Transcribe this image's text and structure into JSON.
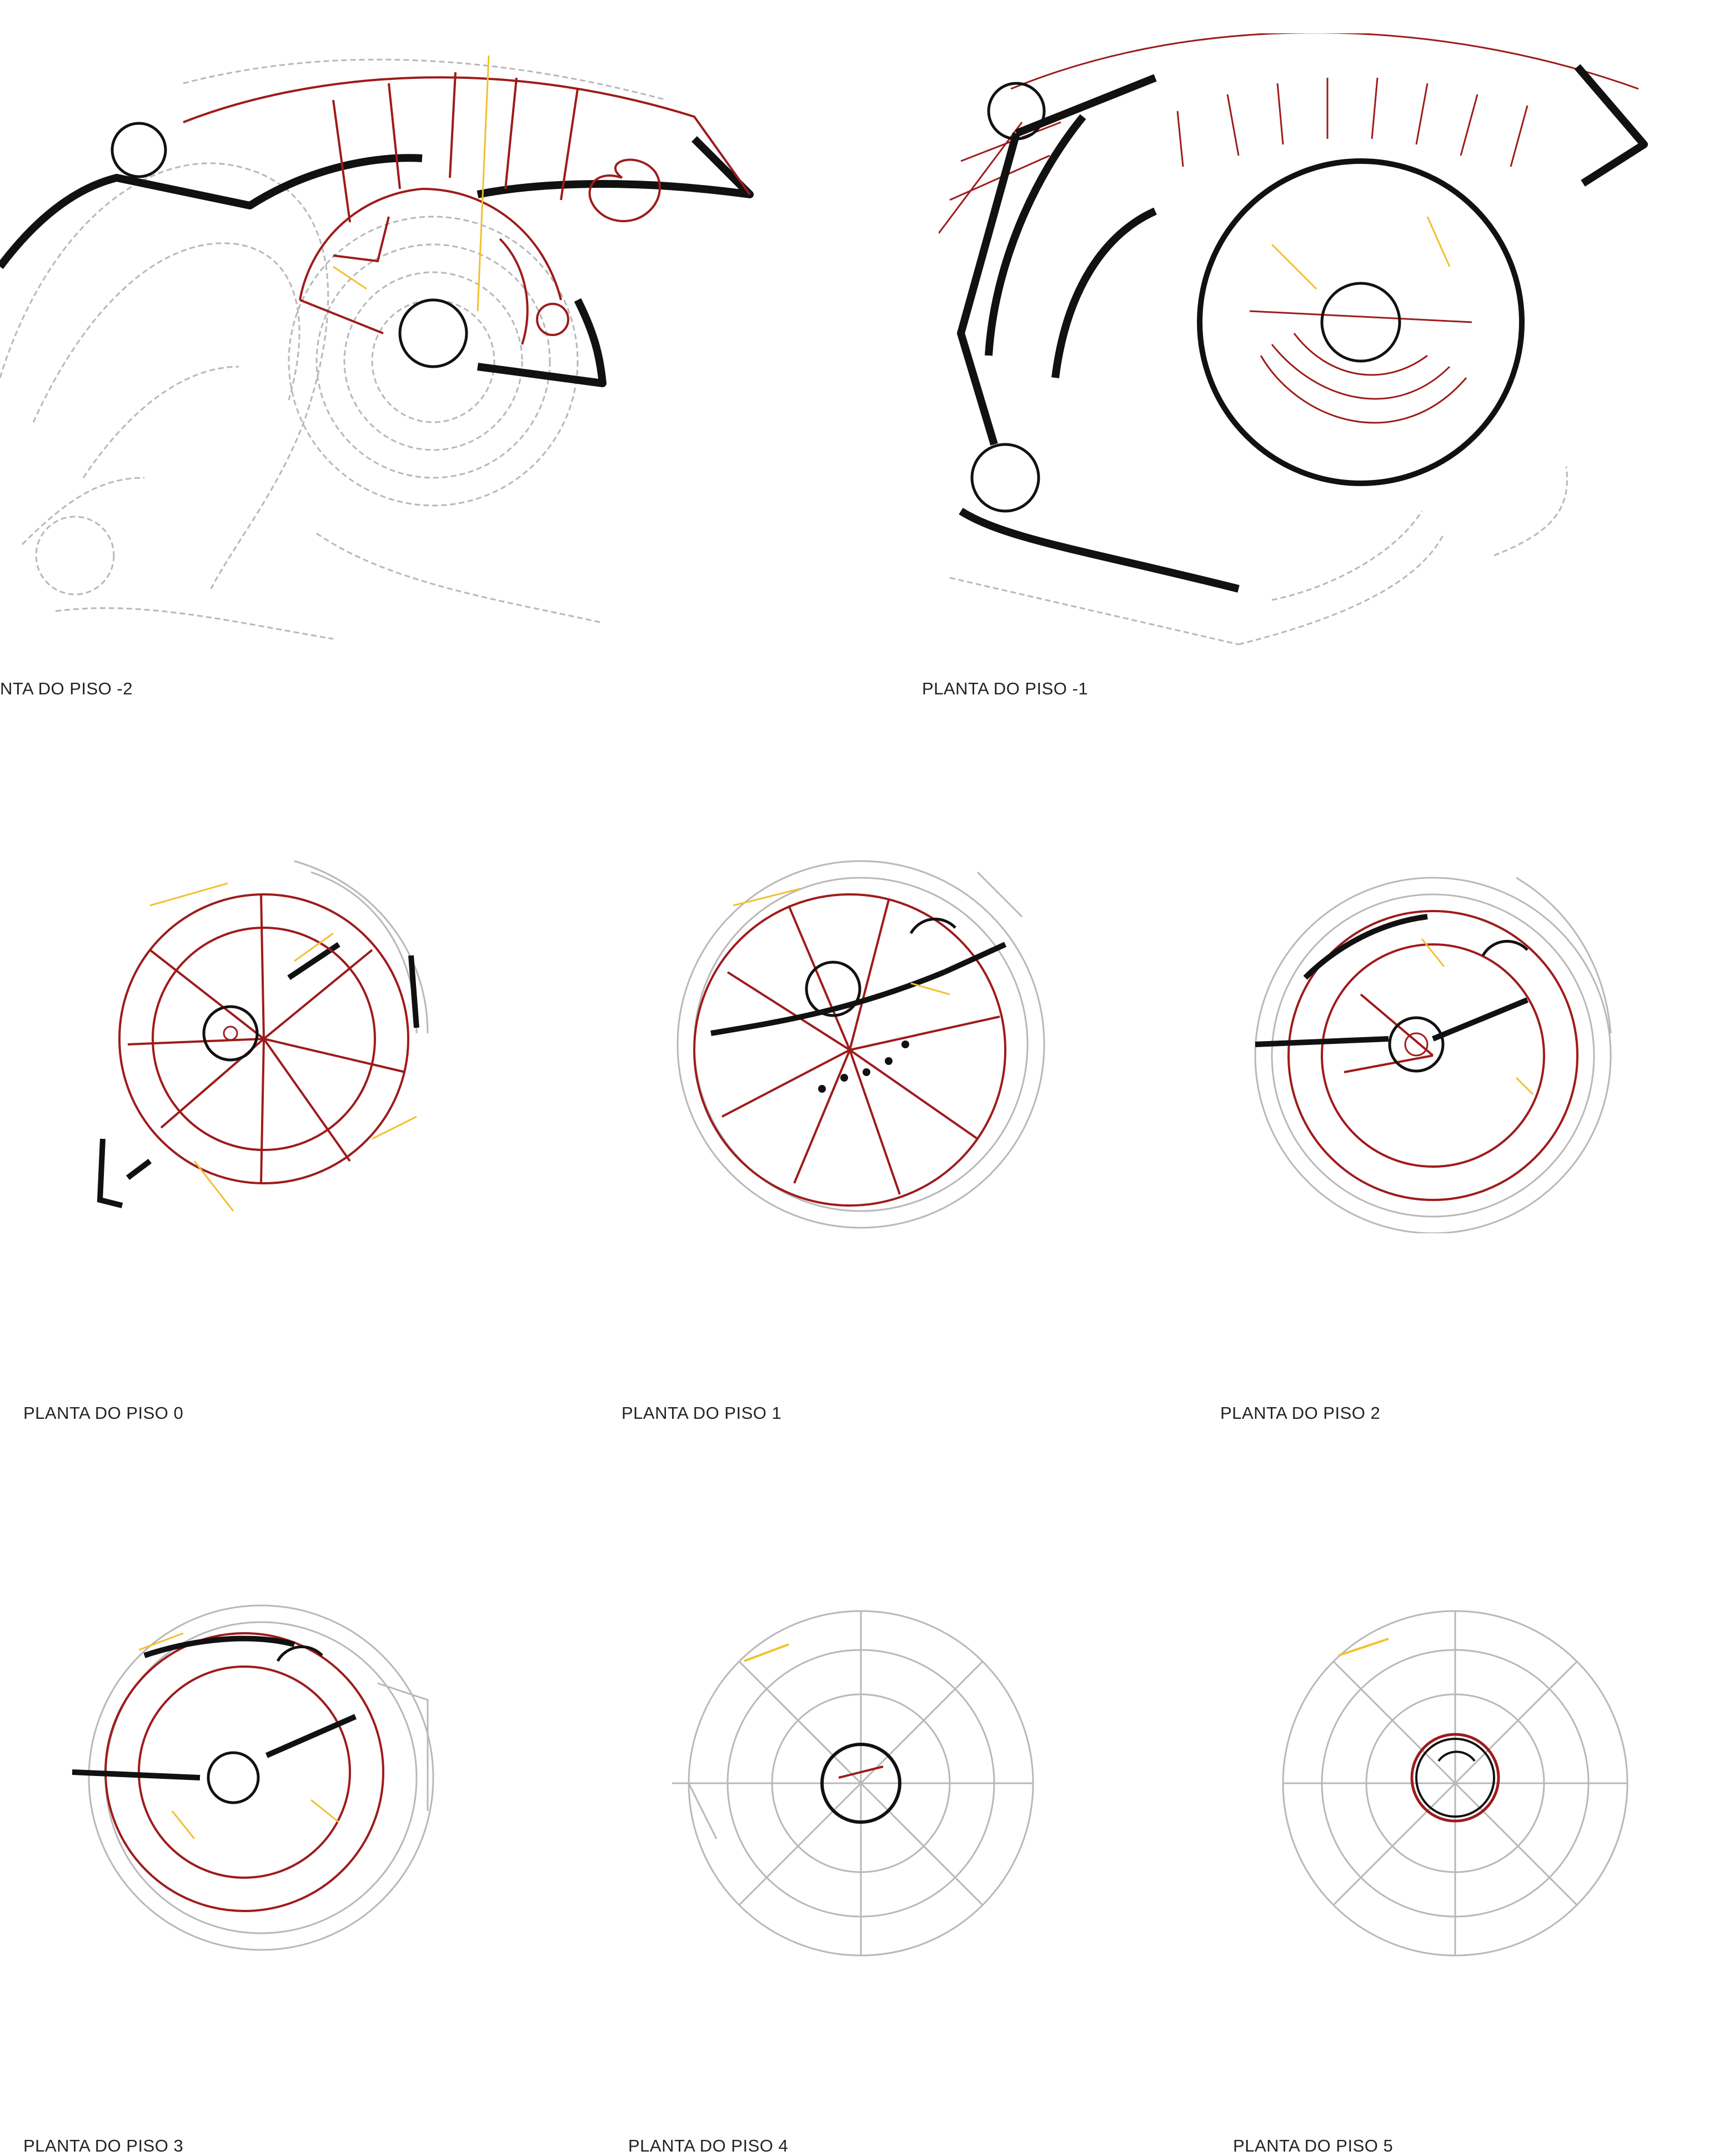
{
  "colors": {
    "wall": "#111111",
    "accent": "#9e1b1b",
    "circulation": "#f2c02e",
    "context": "#b8b8b8",
    "background": "#ffffff"
  },
  "plans": [
    {
      "label": "NTA DO PISO -2"
    },
    {
      "label": "PLANTA DO PISO -1"
    },
    {
      "label": "PLANTA DO PISO 0"
    },
    {
      "label": "PLANTA DO PISO 1"
    },
    {
      "label": "PLANTA DO PISO 2"
    },
    {
      "label": "PLANTA DO PISO 3"
    },
    {
      "label": "PLANTA DO PISO 4"
    },
    {
      "label": "PLANTA DO PISO 5"
    }
  ]
}
